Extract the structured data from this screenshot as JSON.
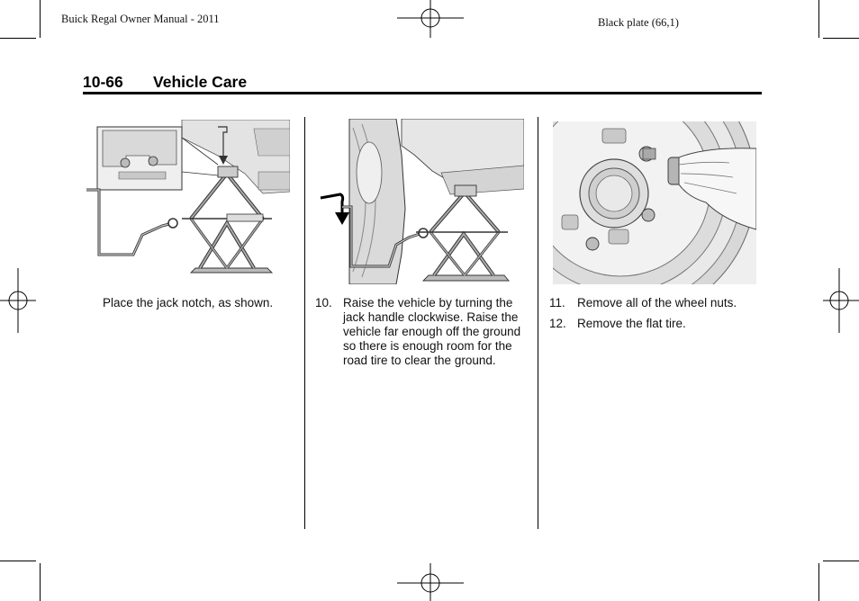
{
  "running_header": {
    "manual": "Buick Regal Owner Manual - 2011",
    "plate": "Black plate (66,1)"
  },
  "section": {
    "page_number": "10-66",
    "title": "Vehicle Care"
  },
  "columns": [
    {
      "figure": "jack-placement-illustration",
      "caption": "Place the jack notch, as shown."
    },
    {
      "figure": "raise-vehicle-illustration",
      "steps": [
        {
          "number": "10.",
          "text": "Raise the vehicle by turning the jack handle clockwise. Raise the vehicle far enough off the ground so there is enough room for the road tire to clear the ground."
        }
      ]
    },
    {
      "figure": "remove-wheel-nuts-illustration",
      "steps": [
        {
          "number": "11.",
          "text": "Remove all of the wheel nuts."
        },
        {
          "number": "12.",
          "text": "Remove the flat tire."
        }
      ]
    }
  ]
}
